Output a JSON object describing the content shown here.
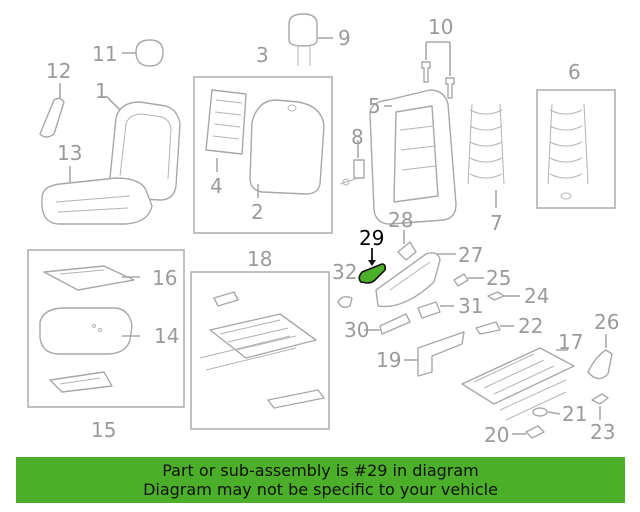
{
  "banner": {
    "line1": "Part or sub-assembly is #29 in diagram",
    "line2": "Diagram may not be specific to your vehicle",
    "color": "#4caf2a"
  },
  "highlight": {
    "part_number": "29",
    "color": "#4caf2a"
  },
  "callouts": {
    "c1": "1",
    "c2": "2",
    "c3": "3",
    "c4": "4",
    "c5": "5",
    "c6": "6",
    "c7": "7",
    "c8": "8",
    "c9": "9",
    "c10": "10",
    "c11": "11",
    "c12": "12",
    "c13": "13",
    "c14": "14",
    "c15": "15",
    "c16": "16",
    "c17": "17",
    "c18": "18",
    "c19": "19",
    "c20": "20",
    "c21": "21",
    "c22": "22",
    "c23": "23",
    "c24": "24",
    "c25": "25",
    "c26": "26",
    "c27": "27",
    "c28": "28",
    "c29": "29",
    "c30": "30",
    "c31": "31",
    "c32": "32"
  }
}
